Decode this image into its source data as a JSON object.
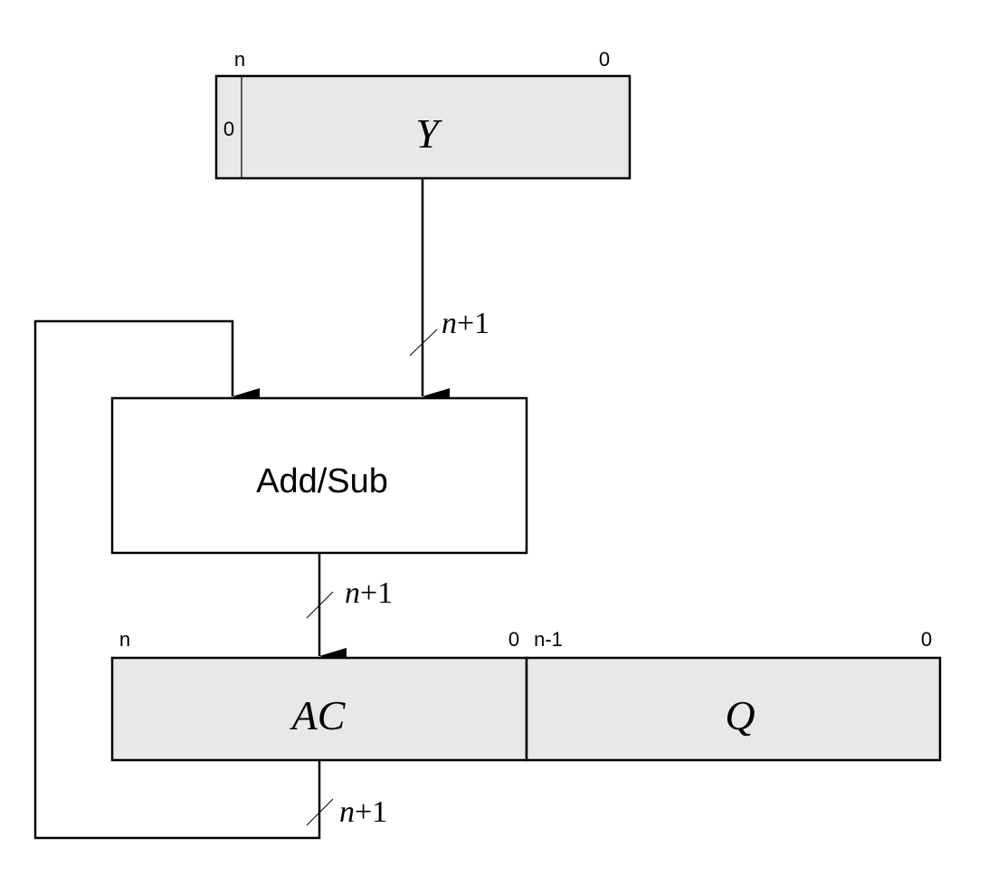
{
  "diagram": {
    "colors": {
      "register_fill": "#e8e8e8",
      "box_fill": "#ffffff",
      "stroke": "#000000"
    },
    "register_y": {
      "name": "Y",
      "msb_label": "n",
      "lsb_label": "0",
      "msb_cell_value": "0"
    },
    "adder": {
      "label": "Add/Sub"
    },
    "register_ac": {
      "name": "AC",
      "msb_label": "n",
      "lsb_label": "0"
    },
    "register_q": {
      "name": "Q",
      "msb_label": "n-1",
      "lsb_label": "0"
    },
    "buses": {
      "y_to_adder": {
        "width_var": "n",
        "width_rest": "+1"
      },
      "adder_to_ac": {
        "width_var": "n",
        "width_rest": "+1"
      },
      "ac_feedback": {
        "width_var": "n",
        "width_rest": "+1"
      }
    }
  }
}
